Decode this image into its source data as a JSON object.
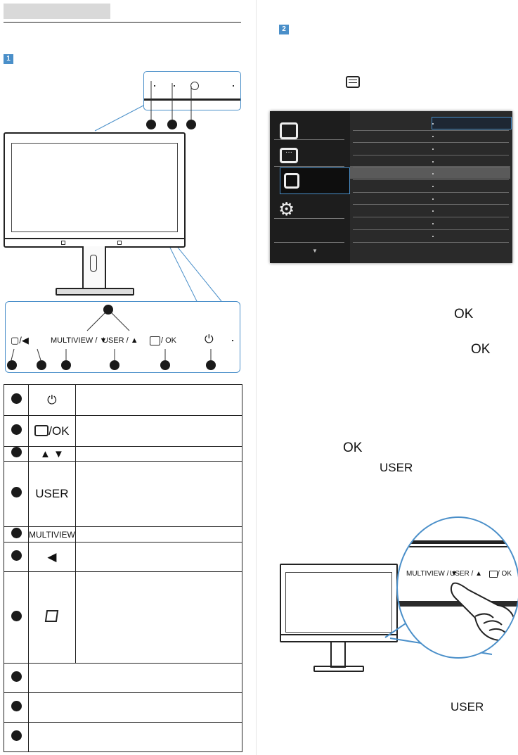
{
  "section_numbers": {
    "s1": "1",
    "s2": "2"
  },
  "front_buttons": {
    "labels": [
      "MULTIVIEW / ▼",
      "USER / ▲",
      "/ OK"
    ]
  },
  "table": {
    "rows": [
      {
        "key": "ok-label",
        "symbol": "/OK"
      },
      {
        "key": "arrows",
        "symbol": "▲ ▼"
      },
      {
        "key": "user",
        "symbol": "USER"
      },
      {
        "key": "multiview",
        "symbol": "MULTIVIEW"
      },
      {
        "key": "back",
        "symbol": "◀"
      }
    ]
  },
  "right_text": {
    "ok1": "OK",
    "ok2": "OK",
    "ok3": "OK",
    "user1": "USER",
    "user2": "USER"
  },
  "zoom_labels": {
    "multiview": "MULTIVIEW / ▼",
    "user": "USER / ▲",
    "ok": "/ OK"
  },
  "colors": {
    "accent": "#4a8fc9",
    "osd_bg": "#2a2a2a",
    "osd_highlight": "#1e2733"
  }
}
